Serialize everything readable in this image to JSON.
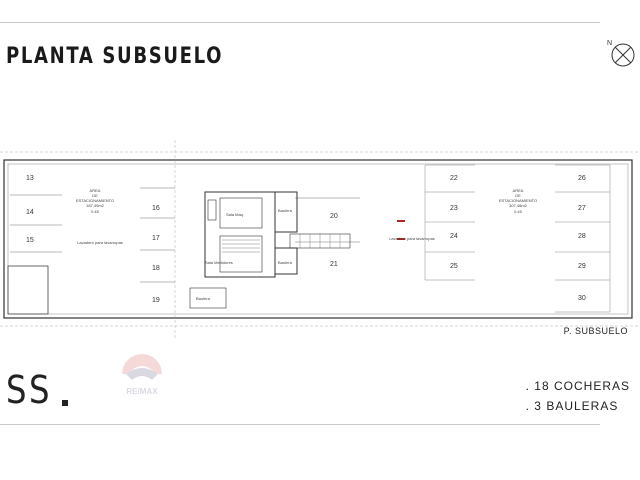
{
  "title": "PLANTA SUBSUELO",
  "plan_label": "P. SUBSUELO",
  "ss_label": "SS",
  "summary": [
    ". 18 COCHERAS",
    ". 3 BAULERAS"
  ],
  "brand": "RE/MAX",
  "spaces_left": [
    "13",
    "14",
    "15",
    "16",
    "17",
    "18",
    "19",
    "20",
    "21"
  ],
  "spaces_right": [
    "22",
    "23",
    "24",
    "25",
    "26",
    "27",
    "28",
    "29",
    "30"
  ],
  "rooms": {
    "bauleras_top": "Baulera",
    "bauleras_mid": "Baulera",
    "bauleras_low": "Baulera",
    "sala_maq": "Sala Maq.",
    "sala_medidores": "Sala Medidores"
  },
  "area_left": [
    "AREA",
    "DE",
    "ESTACIONAMIENTO",
    "187,49m2",
    "0.45"
  ],
  "area_right": [
    "AREA",
    "DE",
    "ESTACIONAMIENTO",
    "307,48m2",
    "0.45"
  ],
  "lavadero": "Lavadero para lavarropas"
}
